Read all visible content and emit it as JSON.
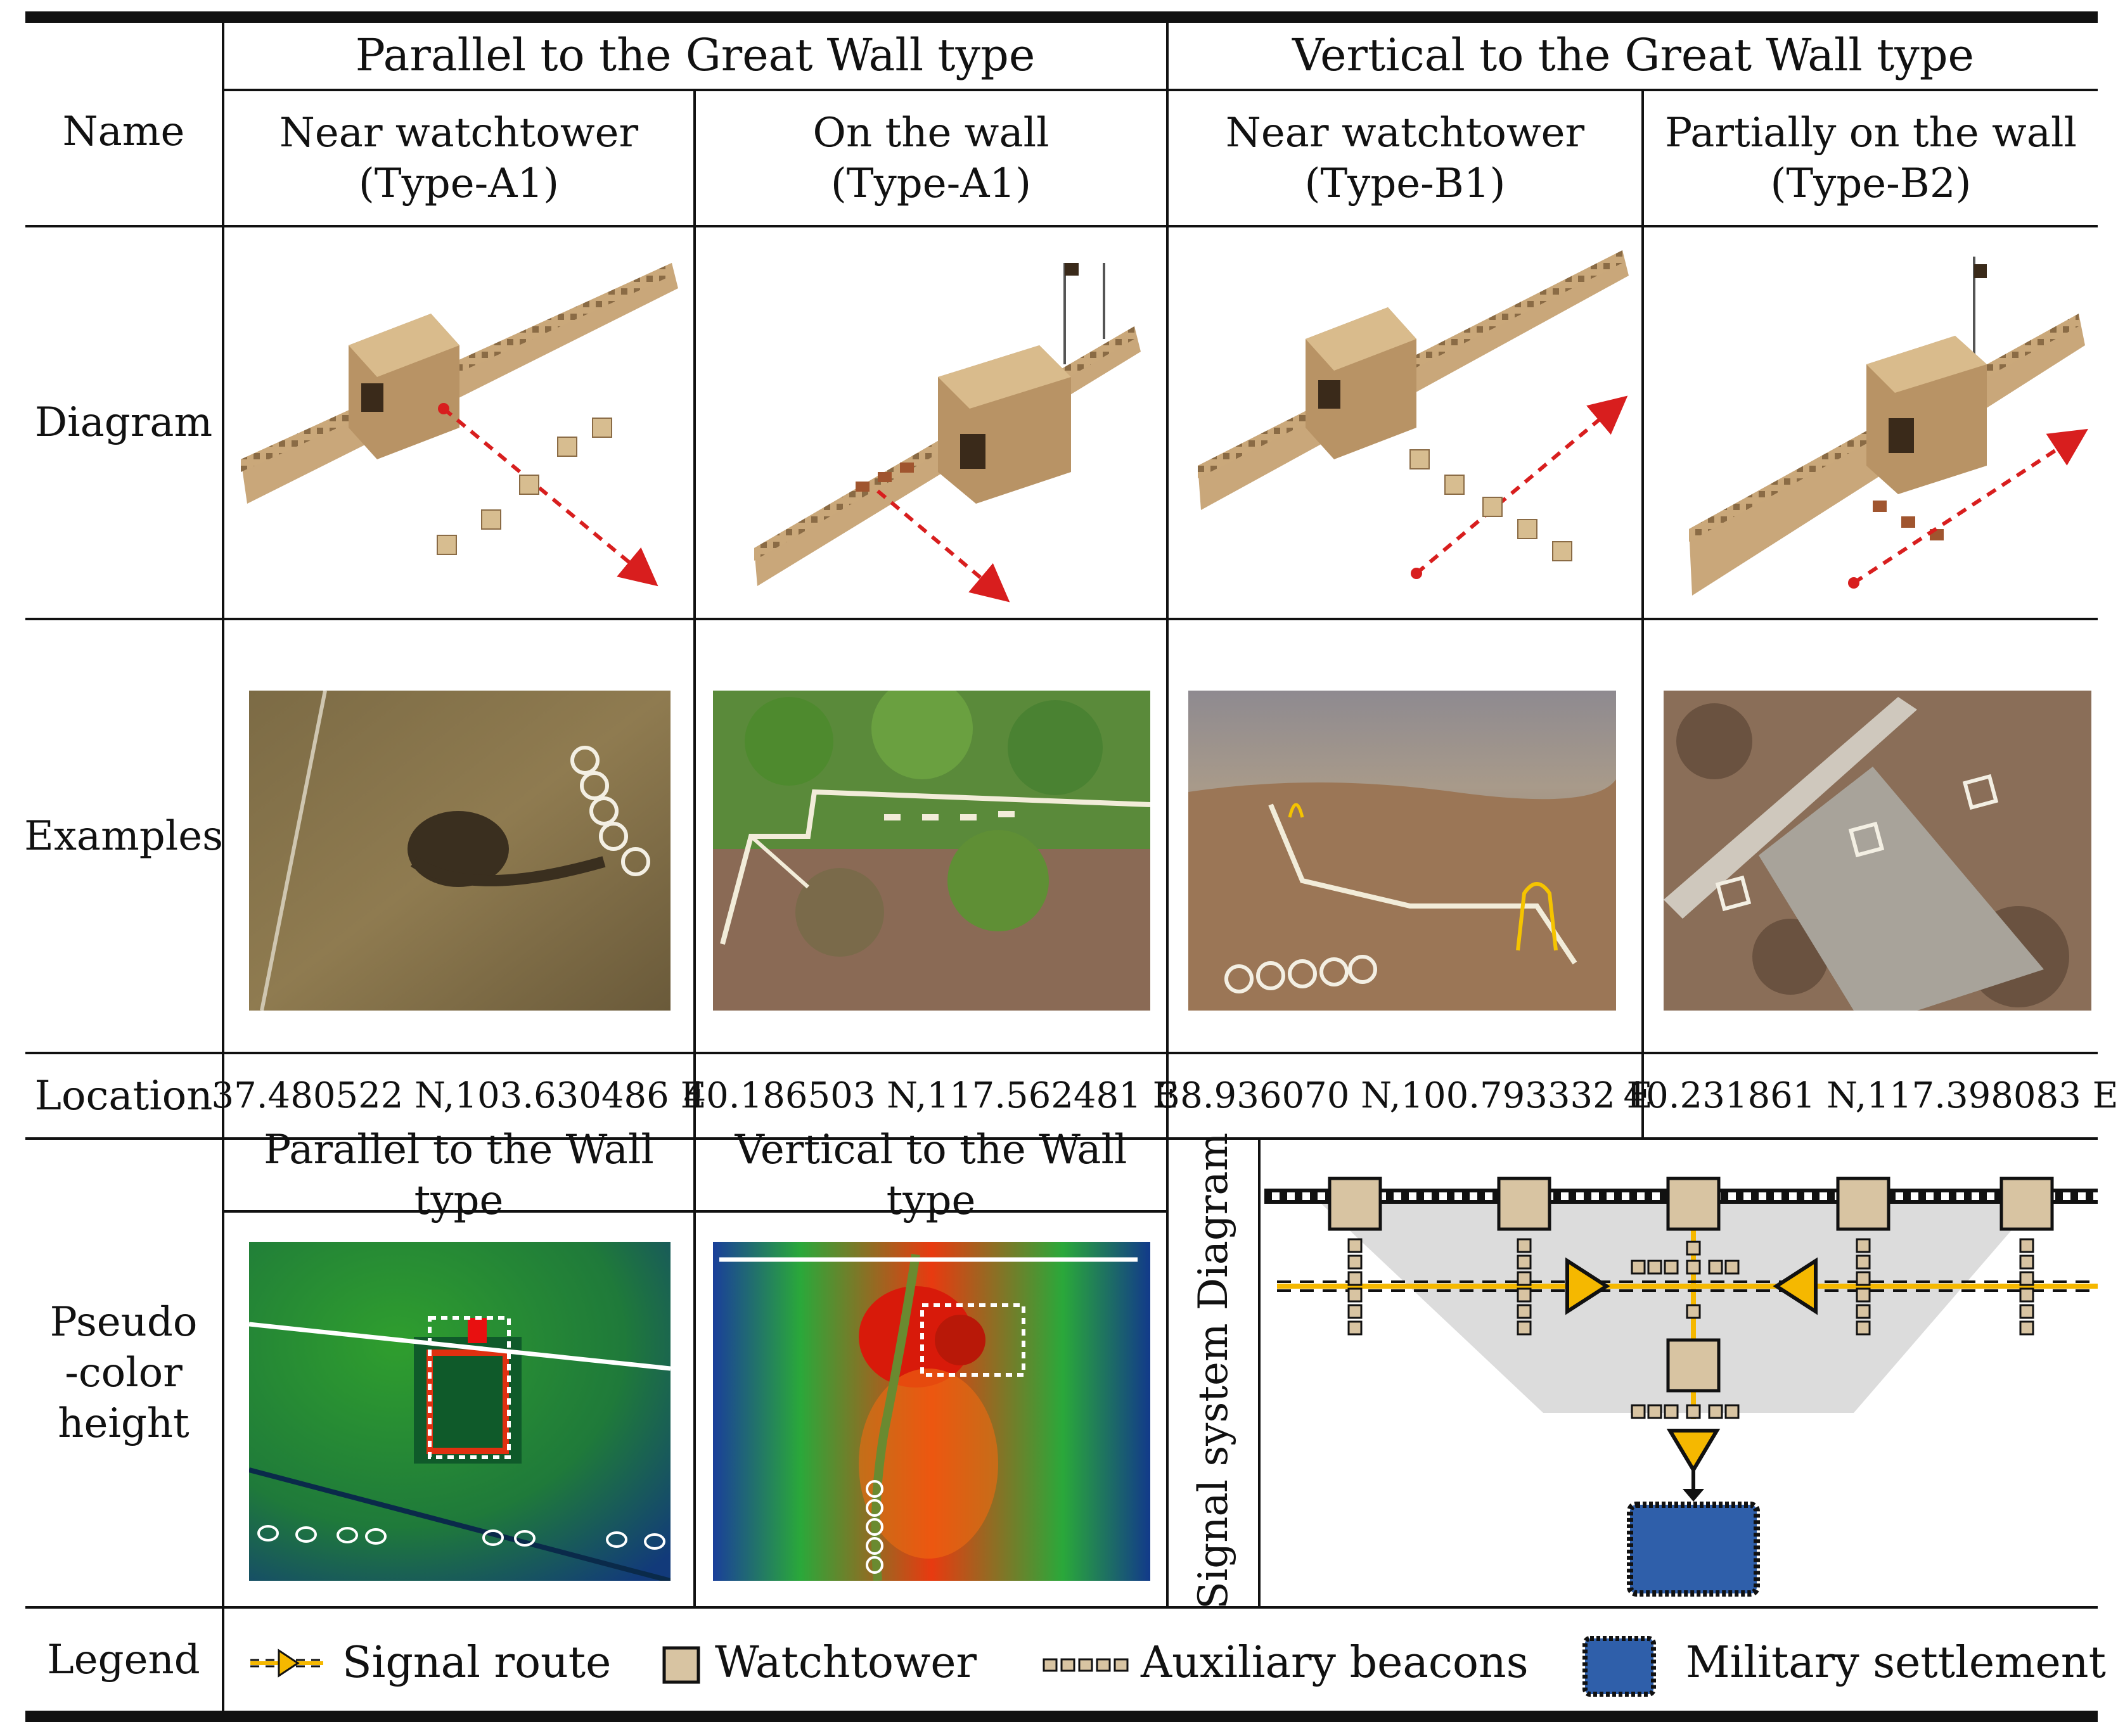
{
  "header": {
    "parallel_group": "Parallel to the Great Wall type",
    "vertical_group": "Vertical to the Great Wall type"
  },
  "row_labels": {
    "name": "Name",
    "diagram": "Diagram",
    "examples": "Examples",
    "location": "Location",
    "pseudo_line1": "Pseudo",
    "pseudo_line2": "-color",
    "pseudo_line3": "height",
    "legend": "Legend"
  },
  "types": [
    {
      "name": "Near watchtower",
      "code": "(Type-A1)",
      "location": "37.480522 N,103.630486 E"
    },
    {
      "name": "On the wall",
      "code": "(Type-A1)",
      "location": "40.186503 N,117.562481 E"
    },
    {
      "name": "Near watchtower",
      "code": "(Type-B1)",
      "location": "38.936070 N,100.793332 E"
    },
    {
      "name": "Partially on the wall",
      "code": "(Type-B2)",
      "location": "40.231861 N,117.398083 E"
    }
  ],
  "pseudo": {
    "parallel_label": "Parallel to the Wall type",
    "vertical_label": "Vertical to the Wall type",
    "signal_diagram_label": "Signal system Diagram"
  },
  "legend": {
    "signal_route": "Signal route",
    "watchtower": "Watchtower",
    "auxiliary_beacons": "Auxiliary beacons",
    "military_settlement": "Military settlement"
  },
  "colors": {
    "signal": "#f5b800",
    "watchtower": "#d8c4a2",
    "settlement": "#2f5faa",
    "arrow_red": "#d81e1e"
  }
}
